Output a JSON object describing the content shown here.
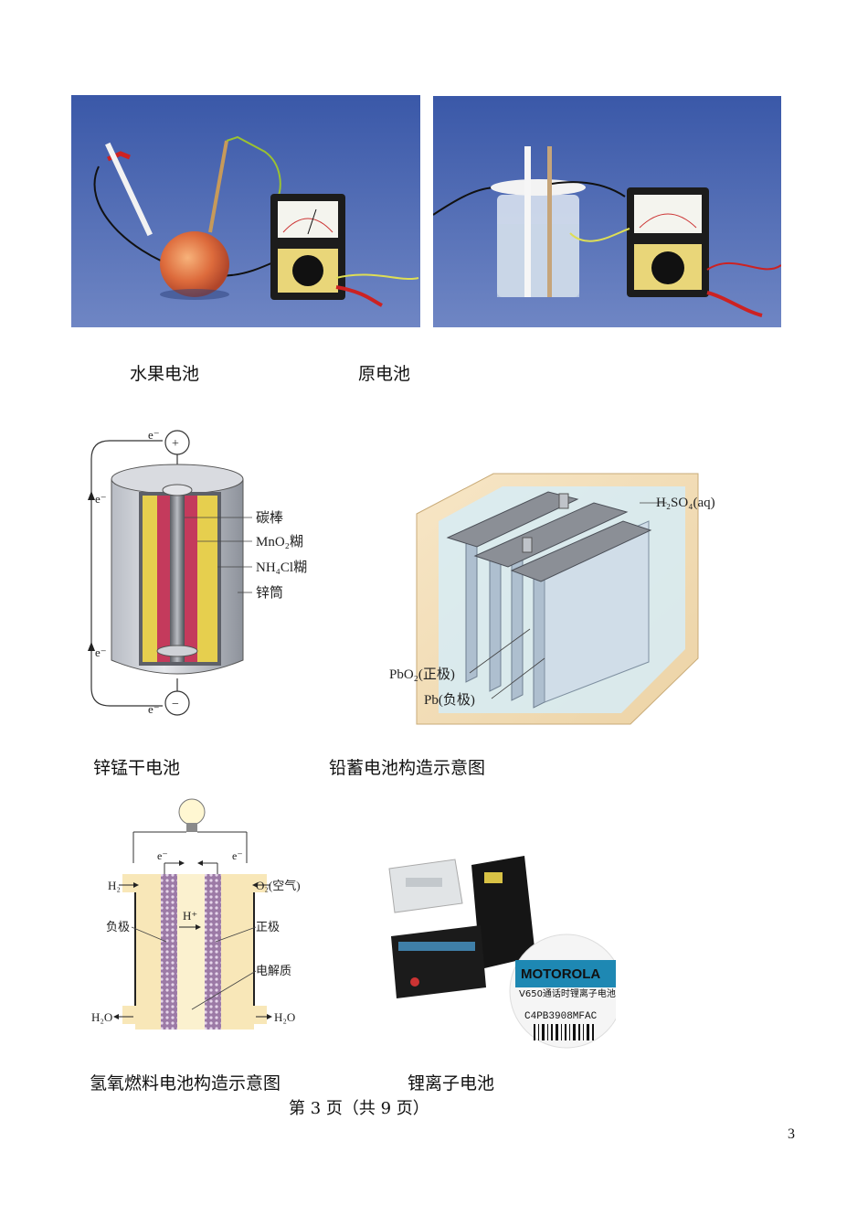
{
  "captions": {
    "fruit_battery": "水果电池",
    "galvanic_cell": "原电池",
    "zinc_manganese": "锌锰干电池",
    "lead_acid": "铅蓄电池构造示意图",
    "fuel_cell": "氢氧燃料电池构造示意图",
    "lithium_ion": "锂离子电池"
  },
  "zinc_manganese_labels": {
    "carbon_rod": "碳棒",
    "mno2_paste": "MnO₂糊",
    "nh4cl_paste": "NH₄Cl糊",
    "zinc_can": "锌筒",
    "electron": "e⁻",
    "plus": "+",
    "minus": "−"
  },
  "lead_acid_labels": {
    "electrolyte": "H₂SO₄(aq)",
    "positive": "PbO₂(正极)",
    "negative": "Pb(负极)"
  },
  "fuel_cell_labels": {
    "h2_in": "H₂",
    "o2_in": "O₂(空气)",
    "electron_left": "e⁻",
    "electron_right": "e⁻",
    "negative": "负极",
    "positive": "正极",
    "proton": "H⁺",
    "electrolyte": "电解质",
    "h2o_left": "H₂O",
    "h2o_right": "H₂O"
  },
  "lithium_labels": {
    "brand": "MOTOROLA",
    "model": "V650通话时锂离子电池",
    "code": "C4PB3908MFAC"
  },
  "footer": "第 3 页（共 9 页）",
  "page_number": "3"
}
